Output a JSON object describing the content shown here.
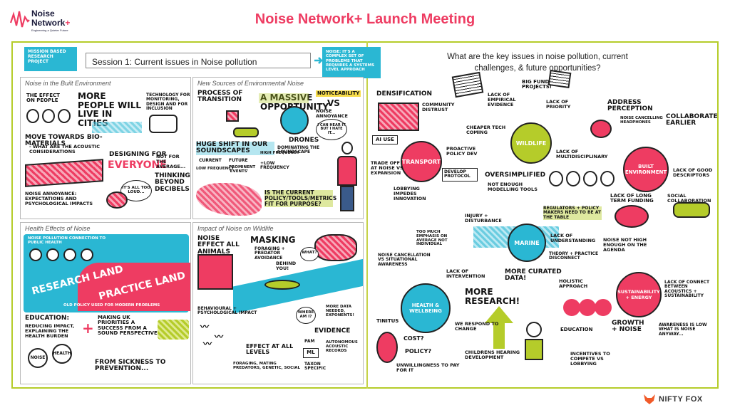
{
  "logo": {
    "line1": "Noise",
    "line2": "Network",
    "plus": "+",
    "tagline": "Engineering a Quieter Future",
    "icon": "soundwave-icon"
  },
  "title": "Noise Network+ Launch Meeting",
  "session1": {
    "badge": "MISSION BASED RESEARCH PROJECT",
    "heading": "Session 1: Current issues in Noise pollution",
    "note": "NOISE: IT'S A COMPLEX SET OF PROBLEMS THAT REQUIRES A SYSTEMS LEVEL APPROACH"
  },
  "builtEnv": {
    "title": "Noise in the Built Environment",
    "effect": "THE EFFECT ON PEOPLE",
    "morePeople": "MORE PEOPLE WILL LIVE IN CITIES",
    "tech": "TECHNOLOGY FOR MONITORING, DESIGN AND FOR INCLUSION",
    "bio": "MOVE TOWARDS BIO-MATERIALS",
    "acoustic": "- WHAT ARE THE ACOUSTIC CONSIDERATIONS",
    "designing": "DESIGNING FOR",
    "everyone": "EVERYONE",
    "average": "NOT FOR THE AVERAGE...",
    "thinking": "THINKING BEYOND DECIBELS",
    "annoyance": "NOISE ANNOYANCE: EXPECTATIONS AND PSYCHOLOGICAL IMPACTS",
    "tooLoud": "IT'S ALL TOO LOUD..."
  },
  "newSources": {
    "title": "New Sources of Environmental Noise",
    "process": "PROCESS OF TRANSITION",
    "massive": "A MASSIVE OPPORTUNITY",
    "noticeability": "NOTICEABILITY",
    "vs": "VS",
    "noiseAnnoyance": "NOISE ANNOYANCE",
    "drones": "DRONES",
    "dominating": "DOMINATING THE SOUNDSCAPE",
    "hugeShift": "HUGE SHIFT IN OUR SOUNDSCAPES",
    "current": "CURRENT",
    "future": "FUTURE",
    "lowFreq": "LOW FREQUENCY",
    "prominent": "PROMINENT 'EVENTS'",
    "highFreq": "HIGH FREQUENCY",
    "lowFreq2": "+LOW FREQUENCY",
    "question": "IS THE CURRENT POLICY/TOOLS/METRICS FIT FOR PURPOSE?",
    "bubble": "I CAN HEAR IT BUT I HATE IT..."
  },
  "health": {
    "title": "Health Effects of Noise",
    "connection": "NOISE POLLUTION CONNECTION TO PUBLIC HEALTH",
    "research": "RESEARCH LAND",
    "practice": "PRACTICE LAND",
    "oldPolicy": "OLD POLICY USED FOR MODERN PROBLEMS",
    "education": "EDUCATION:",
    "eduDetail": "REDUCING IMPACT, EXPLAINING THE HEALTH BURDEN",
    "making": "MAKING UK PRIORITIES A SUCCESS FROM A SOUND PERSPECTIVE",
    "sickness": "FROM SICKNESS TO PREVENTION...",
    "noise": "NOISE",
    "health": "HEALTH"
  },
  "wildlife": {
    "title": "Impact of Noise on Wildlife",
    "effect": "NOISE EFFECT ALL ANIMALS",
    "masking": "MASKING",
    "foraging": "FORAGING + PREDATOR AVOIDANCE",
    "behind": "BEHIND YOU!",
    "what": "WHAT?",
    "behavioural": "BEHAVIOURAL + PSYCHOLOGICAL IMPACT",
    "where": "WHERE AM I?",
    "evidence": "EVIDENCE",
    "moreData": "MORE DATA NEEDED, EXPONENTS!",
    "pam": "PAM",
    "ml": "ML",
    "autonomous": "AUTONOMOUS ACOUSTIC RECORDS",
    "effectAll": "EFFECT AT ALL LEVELS",
    "levelsDetail": "FORAGING, MATING PREDATORS, GENETIC, SOCIAL",
    "taxon": "TAXON SPECIFIC"
  },
  "right": {
    "question": "What are the key issues in noise pollution, current challenges, & future opportunities?",
    "densification": "DENSIFICATION",
    "distrust": "COMMUNITY DISTRUST",
    "aiUse": "AI USE",
    "empirical": "LACK OF EMPIRICAL EVIDENCE",
    "bigFunded": "BIG FUNDED PROJECTS!",
    "priority": "LACK OF PRIORITY",
    "address": "ADDRESS PERCEPTION",
    "cheaper": "CHEAPER TECH COMING",
    "noiseCancel": "NOISE CANCELLING HEADPHONES",
    "collaborate": "COLLABORATE EARLIER",
    "proactive": "PROACTIVE POLICY DEV",
    "transport": "TRANSPORT",
    "wildlife": "WILDLIFE",
    "multi": "LACK OF MULTIDISCIPLINARY",
    "builtEnv": "BUILT ENVIRONMENT",
    "tradeOff": "TRADE OFF AT NOISE VS EXPANSION",
    "develop": "DEVELOP PROTOCOL",
    "oversimplified": "OVERSIMPLIFIED",
    "notEnough": "NOT ENOUGH MODELLING TOOLS",
    "lobbying": "LOBBYING IMPEDES INNOVATION",
    "descriptors": "LACK OF GOOD DESCRIPTORS",
    "longTerm": "LACK OF LONG TERM FUNDING",
    "social": "SOCIAL COLLABORATION",
    "regulators": "REGULATORS + POLICY MAKERS NEED TO BE AT THE TABLE",
    "injury": "INJURY + DISTURBANCE",
    "marine": "MARINE",
    "tooMuch": "TOO MUCH EMPHASIS ON AVERAGE NOT INDIVIDUAL",
    "understanding": "LACK OF UNDERSTANDING",
    "agenda": "NOISE NOT HIGH ENOUGH ON THE AGENDA",
    "theory": "THEORY + PRACTICE DISCONNECT",
    "noiseCancel2": "NOISE CANCELLATION VS SITUATIONAL AWARENESS",
    "moreCurated": "MORE CURATED DATA!",
    "intervention": "LACK OF INTERVENTION",
    "holistic": "HOLISTIC APPROACH",
    "sustain": "SUSTAINABILITY + ENERGY",
    "connect": "LACK OF CONNECT BETWEEN ACOUSTICS + SUSTAINABILITY",
    "moreResearch": "MORE RESEARCH!",
    "health": "HEALTH & WELLBEING",
    "tinitus": "TINITUS",
    "weRespond": "WE RESPOND TO CHANGE",
    "education": "EDUCATION",
    "growth": "GROWTH + NOISE",
    "awareness": "AWARENESS IS LOW WHAT IS NOISE ANYWAY...",
    "cost": "COST?",
    "policy": "POLICY?",
    "unwilling": "UNWILLINGNESS TO PAY FOR IT",
    "childrens": "CHILDRENS HEARING DEVELOPMENT",
    "incentives": "INCENTIVES TO COMPETE VS LOBBYING"
  },
  "footer": {
    "brand": "NIFTY FOX",
    "icon": "fox-icon"
  },
  "colors": {
    "pink": "#ee3c62",
    "cyan": "#2ab7d3",
    "lime": "#b5cc2a"
  }
}
